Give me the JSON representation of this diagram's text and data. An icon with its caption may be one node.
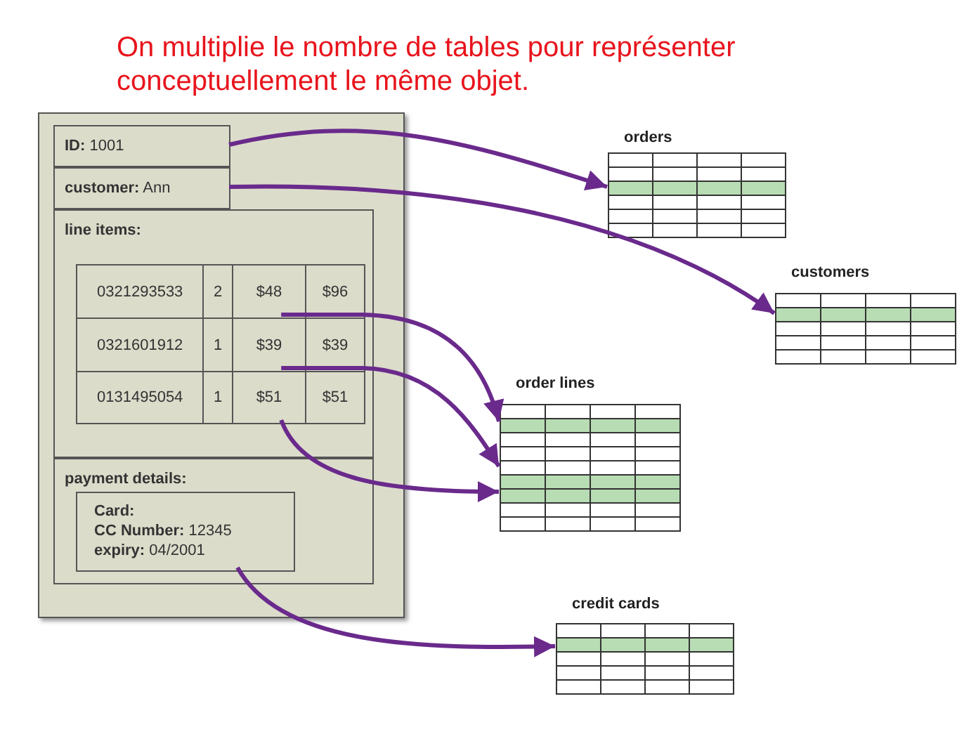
{
  "diagram": {
    "title": "On multiplie le nombre de tables pour représenter conceptuellement le même objet.",
    "nodes": [
      {
        "text": [],
        "shape": "box"
      },
      {
        "text": [
          "**ID:** 1001"
        ],
        "in": 0
      },
      {
        "text": [
          "**customer:** Ann"
        ],
        "in": 0
      },
      {
        "text": [
          "line items:"
        ],
        "in": 0
      },
      {
        "text": [
          "0321293533"
        ],
        "in": 3
      },
      {
        "text": [
          "2"
        ],
        "in": 3
      },
      {
        "text": [
          "$48"
        ],
        "in": 3
      },
      {
        "text": [
          "$96"
        ],
        "in": 3
      },
      {
        "text": [
          "0321601912"
        ],
        "in": 3
      },
      {
        "text": [
          "1"
        ],
        "in": 3
      },
      {
        "text": [
          "$39"
        ],
        "in": 3
      },
      {
        "text": [
          "$39"
        ],
        "in": 3
      },
      {
        "text": [
          "0131495054"
        ],
        "in": 3
      },
      {
        "text": [
          "1"
        ],
        "in": 3
      },
      {
        "text": [
          "$51"
        ],
        "in": 3
      },
      {
        "text": [
          "$51"
        ],
        "in": 3
      },
      {
        "text": [
          "payment details:"
        ],
        "in": 0
      },
      {
        "text": [
          "**Card:**",
          "**CC Number:** 12345",
          "**expiry:** 04/2001"
        ],
        "in": 16
      },
      {
        "text": [
          "orders"
        ]
      },
      {
        "text": [
          "customers"
        ]
      },
      {
        "text": [
          "order lines"
        ]
      },
      {
        "text": [
          "credit cards"
        ]
      }
    ],
    "edges": [
      {
        "from": 1,
        "to": 18,
        "arrow": "to"
      },
      {
        "from": 2,
        "to": 19,
        "arrow": "to"
      },
      {
        "from": 6,
        "to": 20,
        "arrow": "to"
      },
      {
        "from": 10,
        "to": 20,
        "arrow": "to"
      },
      {
        "from": 14,
        "to": 20,
        "arrow": "to"
      },
      {
        "from": 17,
        "to": 21,
        "arrow": "to"
      }
    ]
  }
}
